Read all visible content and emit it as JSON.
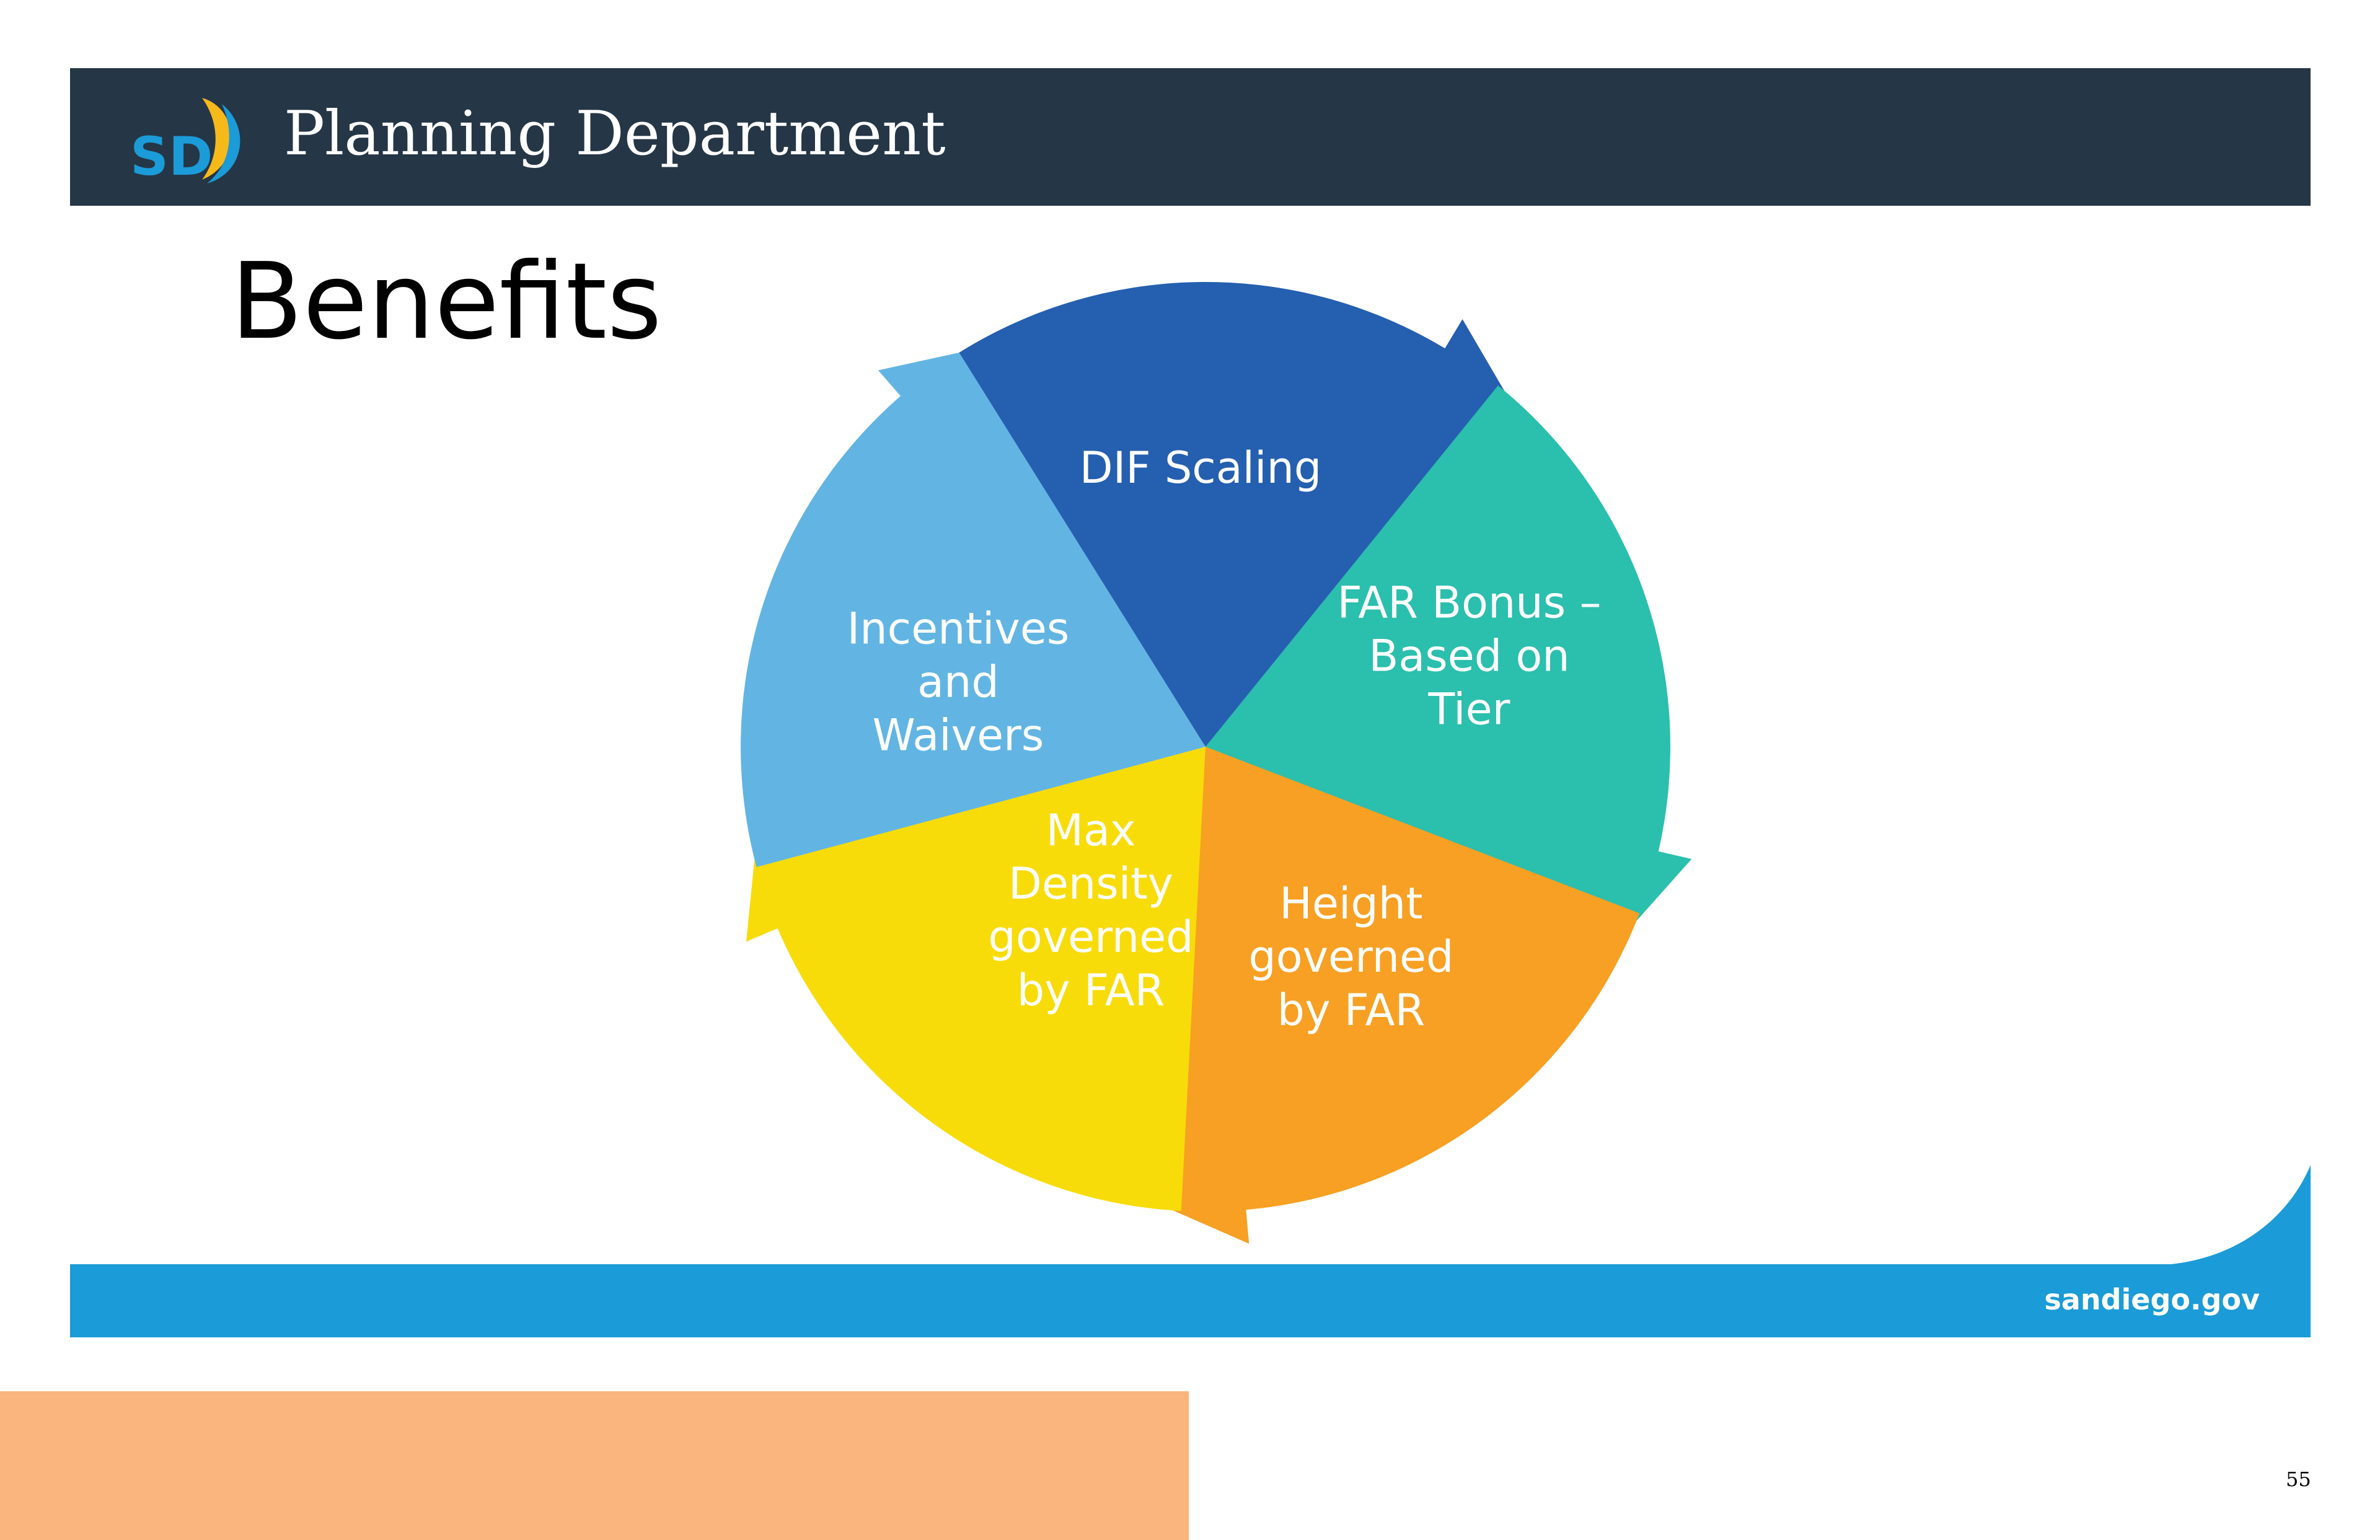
{
  "header": {
    "logo_letters": "SD",
    "department": "Planning Department"
  },
  "slide": {
    "title": "Benefits"
  },
  "cycle": {
    "segments": [
      {
        "id": "dif-scaling",
        "lines": [
          "DIF Scaling"
        ],
        "color": "#255faf"
      },
      {
        "id": "far-bonus",
        "lines": [
          "FAR Bonus –",
          "Based on",
          "Tier"
        ],
        "color": "#2bbfad"
      },
      {
        "id": "height",
        "lines": [
          "Height",
          "governed",
          "by FAR"
        ],
        "color": "#f7a023"
      },
      {
        "id": "max-density",
        "lines": [
          "Max",
          "Density",
          "governed",
          "by FAR"
        ],
        "color": "#f8dc0a"
      },
      {
        "id": "incentives",
        "lines": [
          "Incentives",
          "and",
          "Waivers"
        ],
        "color": "#62b5e3"
      }
    ]
  },
  "footer": {
    "url": "sandiego.gov",
    "color": "#1b9bd7"
  },
  "page_number": "55",
  "colors": {
    "header_bg": "#253646",
    "bottom_block": "#f9b57d"
  }
}
